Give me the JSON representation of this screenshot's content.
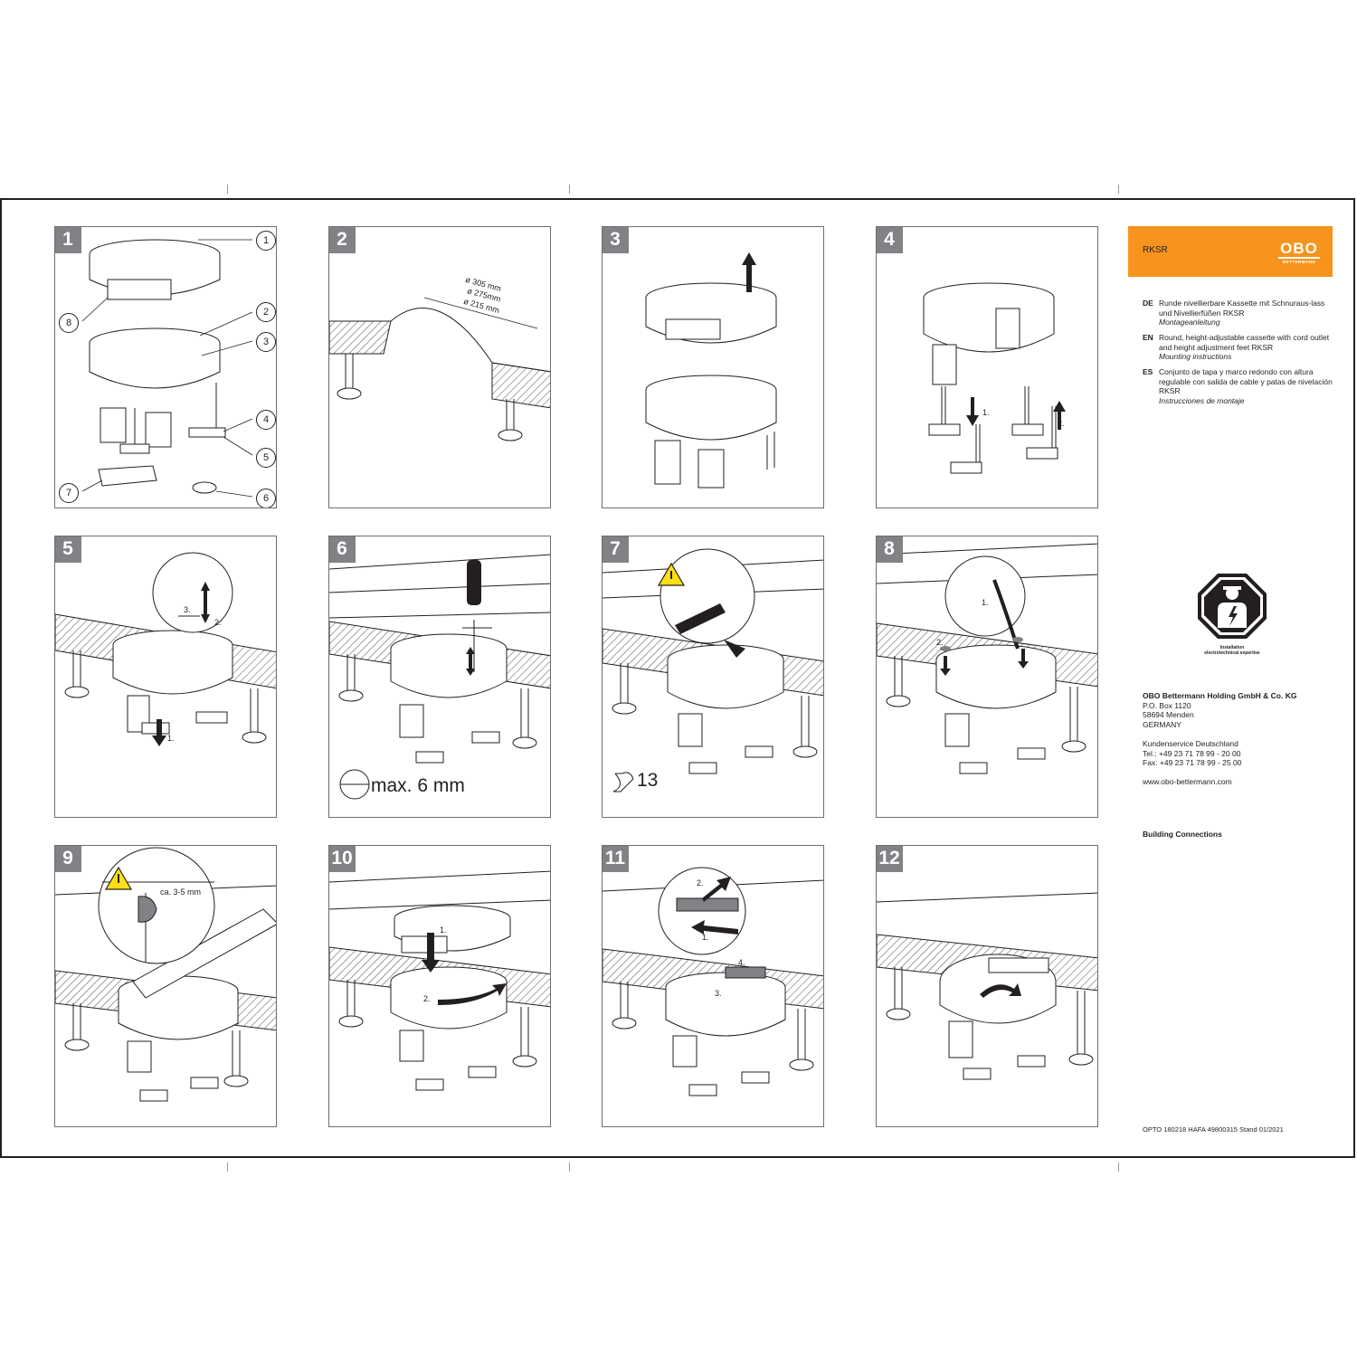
{
  "product": {
    "code": "RKSR",
    "logo_text": "OBO",
    "logo_subtext": "BETTERMANN"
  },
  "descriptions": [
    {
      "lang": "DE",
      "text": "Runde nivellierbare Kassette mit Schnuraus-lass und Nivellierfüßen RKSR",
      "subtitle": "Montageanleitung"
    },
    {
      "lang": "EN",
      "text": "Round, height-adjustable cassette with cord outlet and height adjustment feet RKSR",
      "subtitle": "Mounting instructions"
    },
    {
      "lang": "ES",
      "text": "Conjunto de tapa y marco redondo con altura regulable con salida de cable y patas de nivelación RKSR",
      "subtitle": "Instrucciones de montaje"
    }
  ],
  "warning_sign": {
    "line1": "Installation",
    "line2": "electrotechnical expertise"
  },
  "company": {
    "name": "OBO Bettermann Holding GmbH & Co. KG",
    "po_box": "P.O. Box 1120",
    "city": "58694 Menden",
    "country": "GERMANY"
  },
  "service": {
    "title": "Kundenservice Deutschland",
    "tel": "Tel.: +49 23 71 78 99 - 20 00",
    "fax": "Fax: +49 23 71 78 99 - 25 00",
    "web": "www.obo-bettermann.com"
  },
  "tagline": "Building Connections",
  "doc_number": "OPTO 180218 HAFA 49800315 Stand 01/2021",
  "steps": [
    {
      "number": "1"
    },
    {
      "number": "2"
    },
    {
      "number": "3"
    },
    {
      "number": "4"
    },
    {
      "number": "5"
    },
    {
      "number": "6"
    },
    {
      "number": "7"
    },
    {
      "number": "8"
    },
    {
      "number": "9"
    },
    {
      "number": "10"
    },
    {
      "number": "11"
    },
    {
      "number": "12"
    }
  ],
  "step1_callouts": [
    "1",
    "2",
    "3",
    "4",
    "5",
    "6",
    "7",
    "8"
  ],
  "step2_dimensions": [
    "ø 305 mm",
    "ø 275mm",
    "ø 215 mm"
  ],
  "step4_labels": [
    "1.",
    "2."
  ],
  "step5_labels": [
    "1.",
    "2.",
    "3."
  ],
  "step6_note": "max. 6 mm",
  "step7_wrench": "13",
  "step8_labels": [
    "1.",
    "2."
  ],
  "step9_gap": "ca. 3-5 mm",
  "step10_labels": [
    "1.",
    "2."
  ],
  "step11_labels": [
    "1.",
    "2.",
    "3.",
    "4."
  ]
}
